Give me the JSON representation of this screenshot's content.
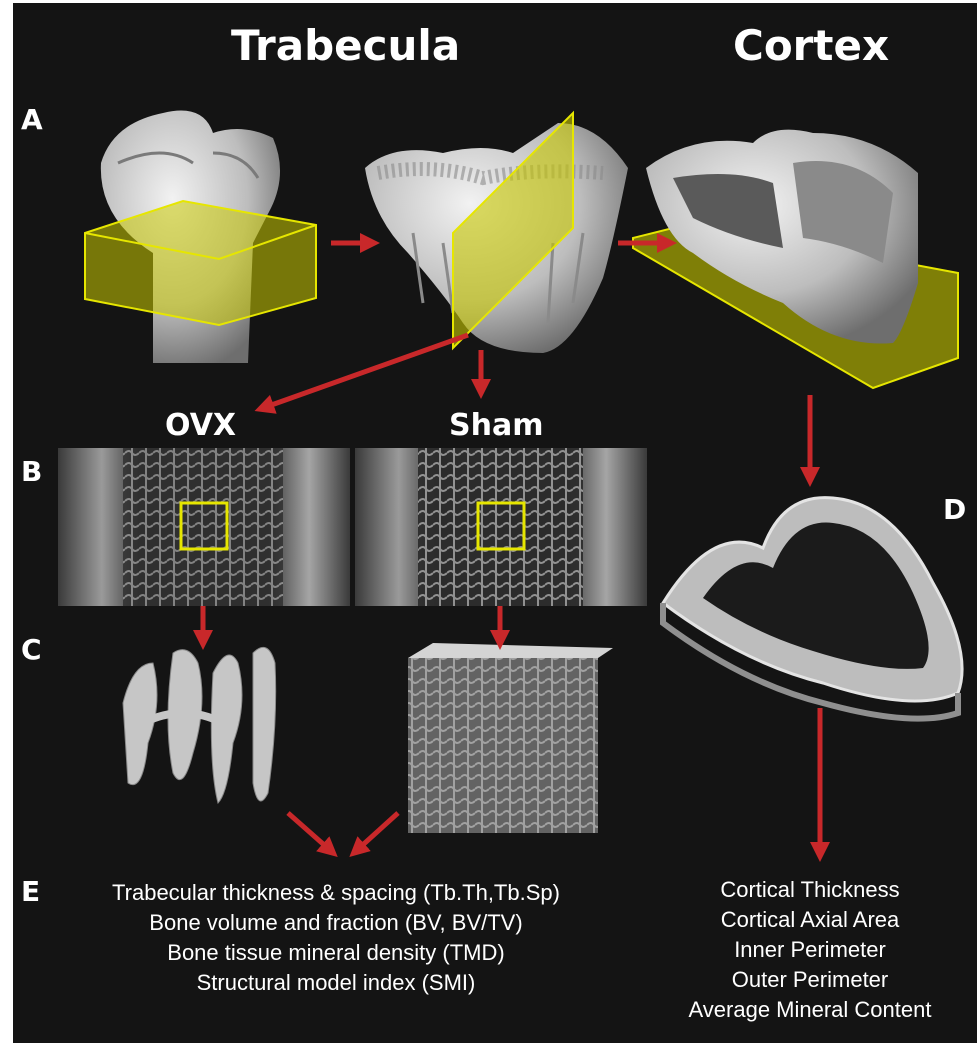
{
  "headings": {
    "trabecula": "Trabecula",
    "cortex": "Cortex"
  },
  "panel_letters": {
    "a": "A",
    "b": "B",
    "c": "C",
    "d": "D",
    "e": "E"
  },
  "group_labels": {
    "ovx": "OVX",
    "sham": "Sham"
  },
  "trabecular_measures": [
    "Trabecular thickness & spacing (Tb.Th,Tb.Sp)",
    "Bone volume and fraction (BV, BV/TV)",
    "Bone tissue mineral density (TMD)",
    "Structural model index (SMI)"
  ],
  "cortical_measures": [
    "Cortical Thickness",
    "Cortical Axial Area",
    "Inner Perimeter",
    "Outer Perimeter",
    "Average Mineral Content"
  ],
  "colors": {
    "background": "#141414",
    "arrow": "#c8282a",
    "selection_box": "#e6e600",
    "bone": "#cfcfcf"
  },
  "icons": [
    "bone-render",
    "roi-plane",
    "ct-slice",
    "arrow"
  ]
}
